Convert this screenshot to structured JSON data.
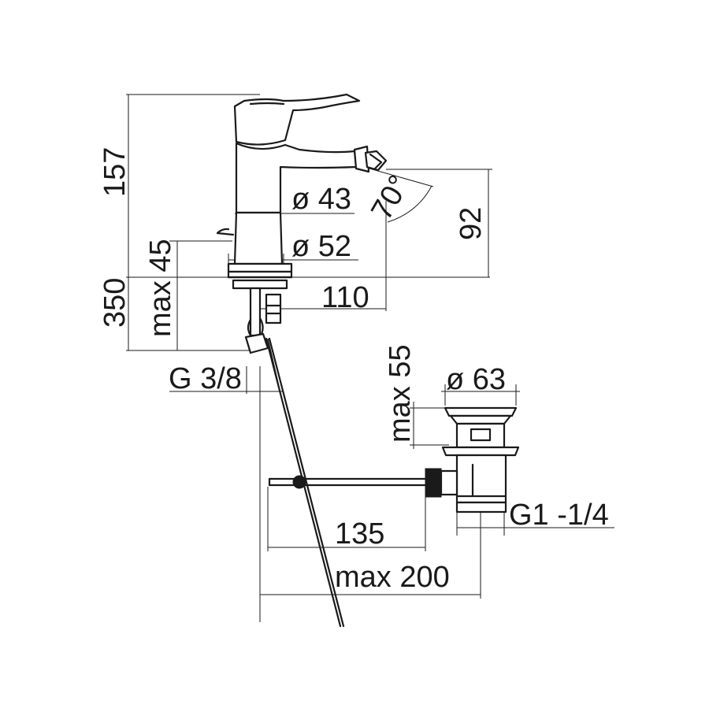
{
  "dimensions": {
    "height_157": "157",
    "height_350": "350",
    "max_45": "max 45",
    "dia_43": "ø 43",
    "dia_52": "ø 52",
    "angle_70": "70°",
    "height_92": "92",
    "reach_110": "110",
    "thread_g38": "G 3/8",
    "max_55": "max 55",
    "dia_63": "ø 63",
    "thread_g114": "G1 -1/4",
    "length_135": "135",
    "max_200": "max 200"
  }
}
